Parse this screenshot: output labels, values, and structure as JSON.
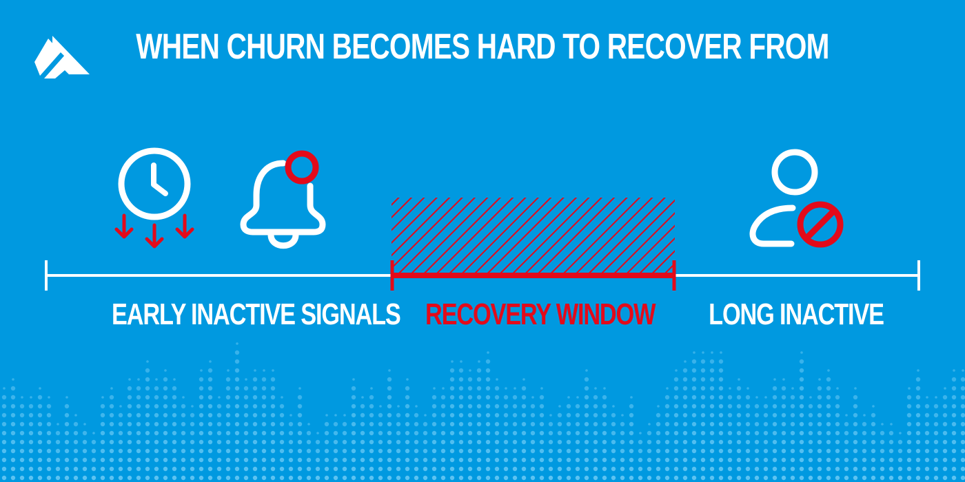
{
  "header": {
    "title": "WHEN CHURN BECOMES HARD TO RECOVER FROM",
    "logo_icon": "brand-triangle-logo"
  },
  "timeline": {
    "stages": [
      {
        "id": "early",
        "label": "EARLY INACTIVE SIGNALS",
        "icons": [
          "clock-with-down-arrows-icon",
          "bell-notification-icon"
        ]
      },
      {
        "id": "window",
        "label": "RECOVERY WINDOW",
        "icons": [
          "hatched-window-icon"
        ]
      },
      {
        "id": "long",
        "label": "LONG INACTIVE",
        "icons": [
          "blocked-user-icon"
        ]
      }
    ]
  },
  "colors": {
    "background": "#0099e0",
    "foreground": "#ffffff",
    "accent": "#e30a1a",
    "dots": "#5cc3f2"
  }
}
